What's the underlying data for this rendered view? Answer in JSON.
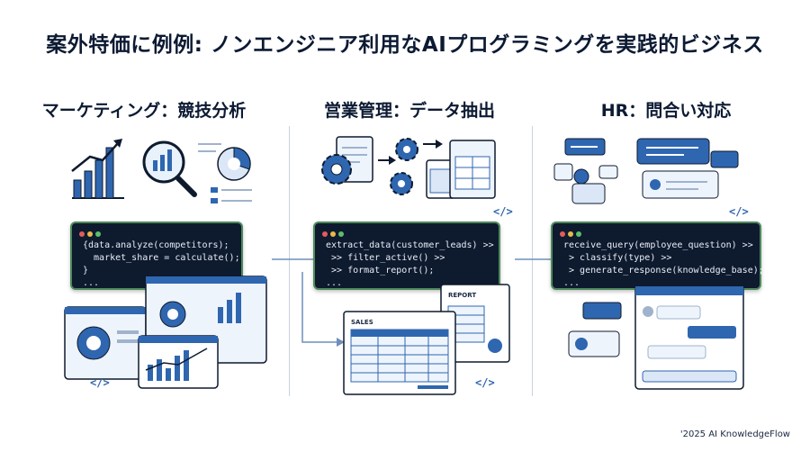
{
  "title": "案外特価に例例: ノンエンジニア利用なAIプログラミングを実践的ビジネス",
  "sections": [
    {
      "heading": "マーケティング：競技分析",
      "code": [
        "{data.analyze(competitors);",
        "  market_share = calculate();",
        "}",
        "..."
      ]
    },
    {
      "heading": "営業管理：データ抽出",
      "code": [
        "extract_data(customer_leads) >>",
        " >> filter_active() >>",
        " >> format_report();",
        "..."
      ],
      "doc_labels": {
        "sales": "SALES",
        "report": "REPORT"
      }
    },
    {
      "heading": "HR：問合い対応",
      "code": [
        "receive_query(employee_question) >>",
        " > classify(type) >>",
        " > generate_response(knowledge_base);",
        "..."
      ]
    }
  ],
  "code_tag": "</>",
  "footer": "'2025 AI KnowledgeFlow",
  "colors": {
    "navy": "#0e1a2e",
    "accent": "#2f66b0",
    "light_blue": "#dbe7f6",
    "code_border": "#4d8a5c"
  }
}
